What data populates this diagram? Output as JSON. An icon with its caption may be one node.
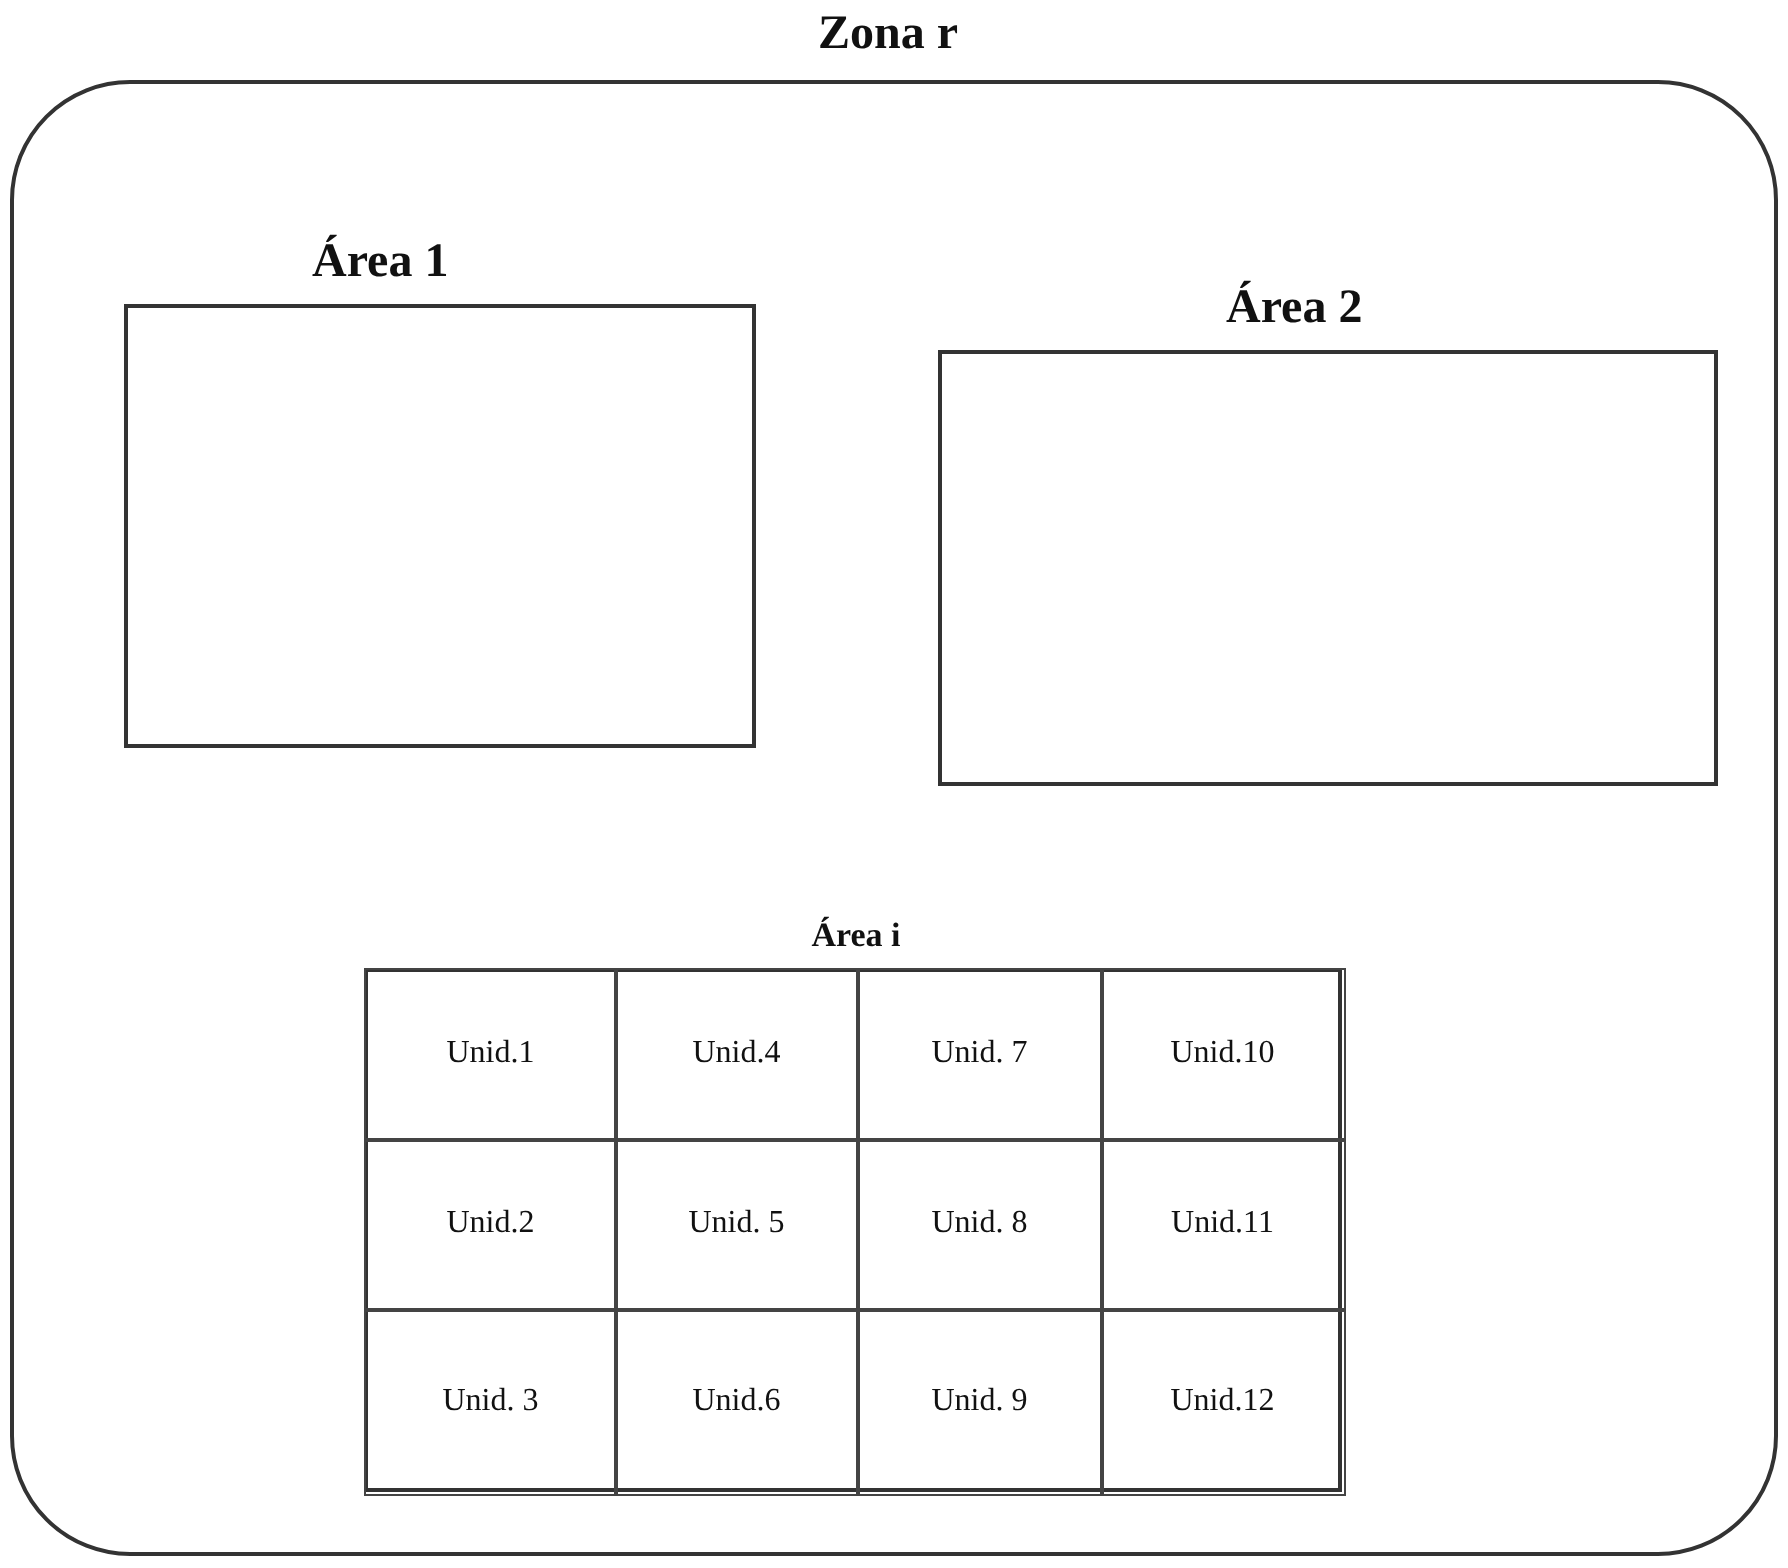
{
  "diagram": {
    "nodes": [
      {
        "text": [
          "Zona r"
        ]
      },
      {
        "text": [
          "Área 1"
        ],
        "in": 0
      },
      {
        "text": [
          "Área 2"
        ],
        "in": 0
      },
      {
        "text": [
          "Área i"
        ],
        "in": 0
      },
      {
        "text": [
          "Unid.1"
        ],
        "in": 3
      },
      {
        "text": [
          "Unid.4"
        ],
        "in": 3
      },
      {
        "text": [
          "Unid. 7"
        ],
        "in": 3
      },
      {
        "text": [
          "Unid.10"
        ],
        "in": 3
      },
      {
        "text": [
          "Unid.2"
        ],
        "in": 3
      },
      {
        "text": [
          "Unid. 5"
        ],
        "in": 3
      },
      {
        "text": [
          "Unid. 8"
        ],
        "in": 3
      },
      {
        "text": [
          "Unid.11"
        ],
        "in": 3
      },
      {
        "text": [
          "Unid. 3"
        ],
        "in": 3
      },
      {
        "text": [
          "Unid.6"
        ],
        "in": 3
      },
      {
        "text": [
          "Unid. 9"
        ],
        "in": 3
      },
      {
        "text": [
          "Unid.12"
        ],
        "in": 3
      }
    ]
  }
}
